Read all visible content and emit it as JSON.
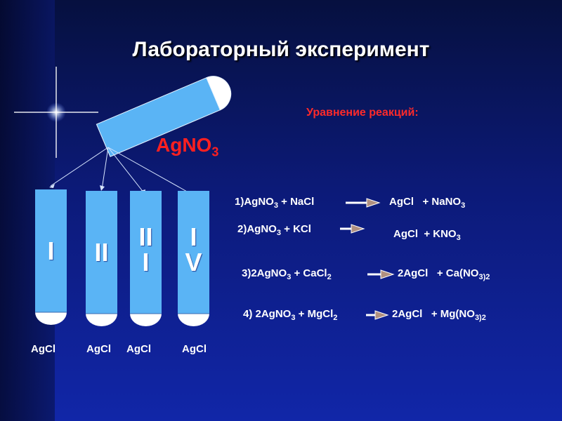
{
  "title": "Лабораторный эксперимент",
  "equations_title": "Уравнение реакций:",
  "reagent": {
    "base": "AgNO",
    "sub": "3"
  },
  "tubes": [
    {
      "label": "I"
    },
    {
      "label": "II"
    },
    {
      "label_line1": "II",
      "label_line2": "I"
    },
    {
      "label_line1": "I",
      "label_line2": "V"
    }
  ],
  "products": [
    "AgCl",
    "AgCl",
    "AgCl",
    "AgCl"
  ],
  "reactions": [
    {
      "left": [
        "1)AgNO",
        "3",
        " + NaCl"
      ],
      "right": [
        "AgCl",
        "   + NaNO",
        "3"
      ]
    },
    {
      "left": [
        "2)AgNO",
        "3",
        " + KCl"
      ],
      "right": [
        "AgCl",
        "  + KNO",
        "3"
      ]
    },
    {
      "left": [
        "3)2AgNO",
        "3",
        " + ",
        "CaCl",
        "2"
      ],
      "right": [
        "2AgCl",
        "   + Ca(NO",
        "3)2"
      ]
    },
    {
      "left": [
        "4) 2AgNO",
        "3",
        " + ",
        "MgCl",
        "2"
      ],
      "right": [
        "2AgCl",
        "   + Mg(NO",
        "3)2"
      ]
    }
  ],
  "colors": {
    "tube": "#5ab4f5",
    "tube_bottom": "#ffffff",
    "title": "#ffffff",
    "red_text": "#ff2a2a",
    "arrow_head": "#b09080"
  }
}
